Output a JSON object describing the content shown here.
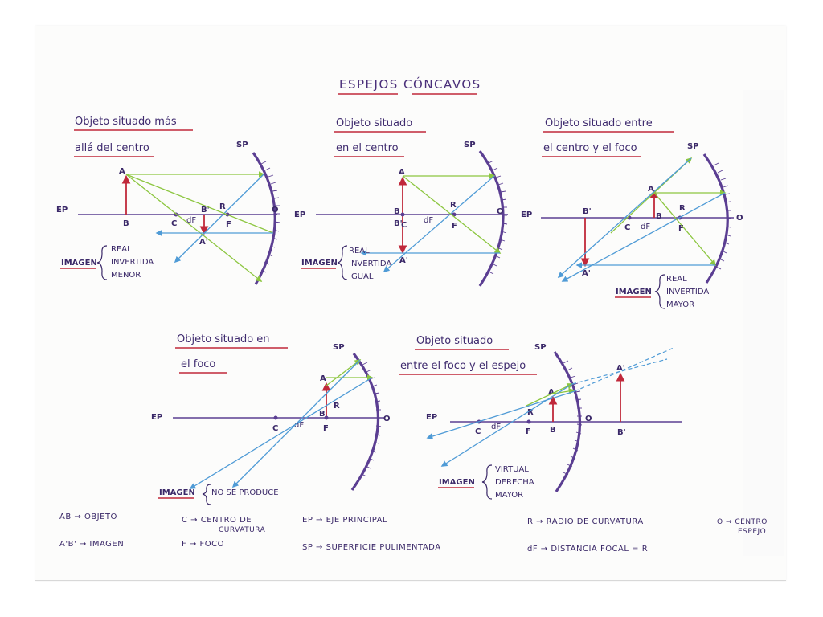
{
  "title": "ESPEJOS CÓNCAVOS",
  "common": {
    "ep": "EP",
    "sp": "SP",
    "o": "O",
    "c": "C",
    "f": "F",
    "r": "R",
    "df": "dF",
    "a": "A",
    "b": "B",
    "a_img": "A'",
    "b_img": "B'",
    "imagen": "IMAGEN"
  },
  "panels": [
    {
      "heading_line1": "Objeto situado más",
      "heading_line2": "allá del centro",
      "props": [
        "REAL",
        "INVERTIDA",
        "MENOR"
      ]
    },
    {
      "heading_line1": "Objeto situado",
      "heading_line2": "en el centro",
      "props": [
        "REAL",
        "INVERTIDA",
        "IGUAL"
      ]
    },
    {
      "heading_line1": "Objeto situado entre",
      "heading_line2": "el centro y el foco",
      "props": [
        "REAL",
        "INVERTIDA",
        "MAYOR"
      ]
    },
    {
      "heading_line1": "Objeto situado en",
      "heading_line2": "el foco",
      "props": [
        "NO SE PRODUCE"
      ]
    },
    {
      "heading_line1": "Objeto situado",
      "heading_line2": "entre el foco y el espejo",
      "props": [
        "VIRTUAL",
        "DERECHA",
        "MAYOR"
      ]
    }
  ],
  "legend": {
    "ab": "AB → OBJETO",
    "a_b": "A'B' → IMAGEN",
    "c_line1": "C → CENTRO DE",
    "c_line2": "CURVATURA",
    "f": "F → FOCO",
    "ep": "EP → EJE PRINCIPAL",
    "sp": "SP → SUPERFICIE PULIMENTADA",
    "r": "R → RADIO DE CURVATURA",
    "df": "dF → DISTANCIA FOCAL = R",
    "o_line1": "O → CENTRO",
    "o_line2": "ESPEJO"
  },
  "colors": {
    "ink": "#3a2868",
    "underline": "#c0283a",
    "object": "#c0283a",
    "ray_green": "#8cc63f",
    "ray_blue": "#4f9bd6",
    "mirror": "#5b3e92"
  }
}
